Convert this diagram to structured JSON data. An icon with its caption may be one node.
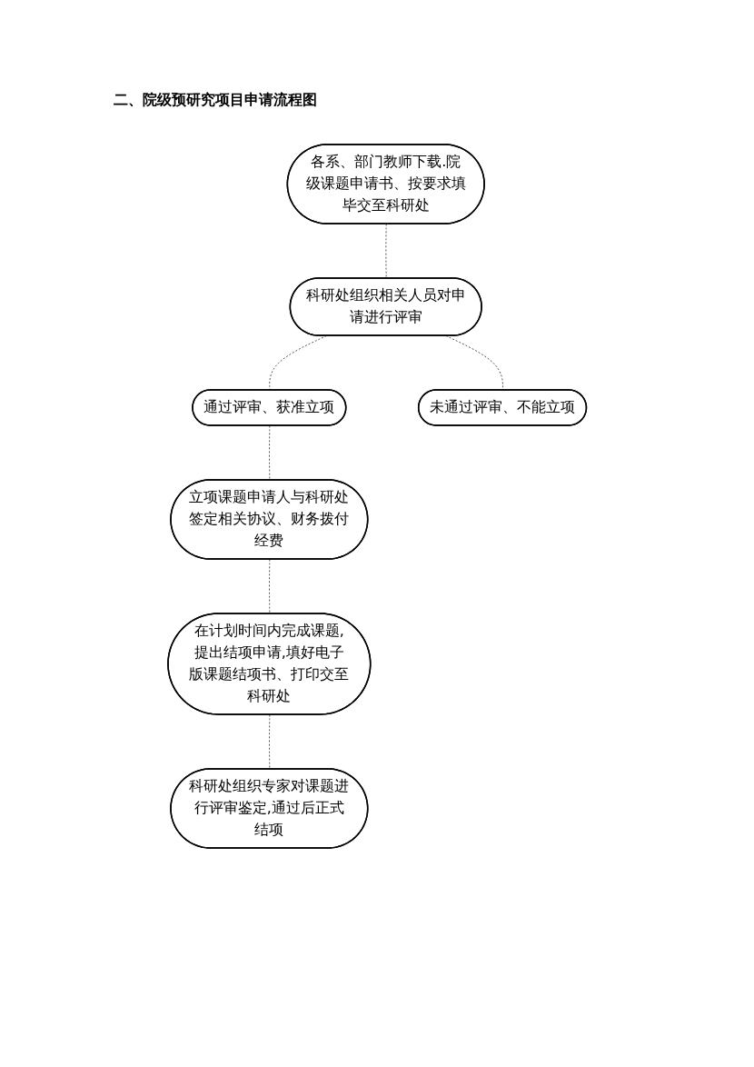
{
  "diagram": {
    "title": "二、院级预研究项目申请流程图",
    "nodes": [
      {
        "text": [
          "各系、部门教师下载.院级课题申请书、按要求填毕交至科研处"
        ]
      },
      {
        "text": [
          "科研处组织相关人员对申请进行评审"
        ]
      },
      {
        "text": [
          "通过评审、获准立项"
        ]
      },
      {
        "text": [
          "未通过评审、不能立项"
        ]
      },
      {
        "text": [
          "立项课题申请人与科研处签定相关协议、财务拨付经费"
        ]
      },
      {
        "text": [
          "在计划时间内完成课题,提出结项申请,填好电子版课题结项书、打印交至科研处"
        ]
      },
      {
        "text": [
          "科研处组织专家对课题进行评审鉴定,通过后正式结项"
        ]
      }
    ],
    "edges": [
      {
        "from": 0,
        "to": 1,
        "arrow": "none",
        "style": "dashed"
      },
      {
        "from": 1,
        "to": 2,
        "arrow": "none",
        "style": "dashed"
      },
      {
        "from": 1,
        "to": 3,
        "arrow": "none",
        "style": "dashed"
      },
      {
        "from": 2,
        "to": 4,
        "arrow": "none",
        "style": "dashed"
      },
      {
        "from": 4,
        "to": 5,
        "arrow": "none",
        "style": "dashed"
      },
      {
        "from": 5,
        "to": 6,
        "arrow": "none",
        "style": "dashed"
      }
    ]
  }
}
